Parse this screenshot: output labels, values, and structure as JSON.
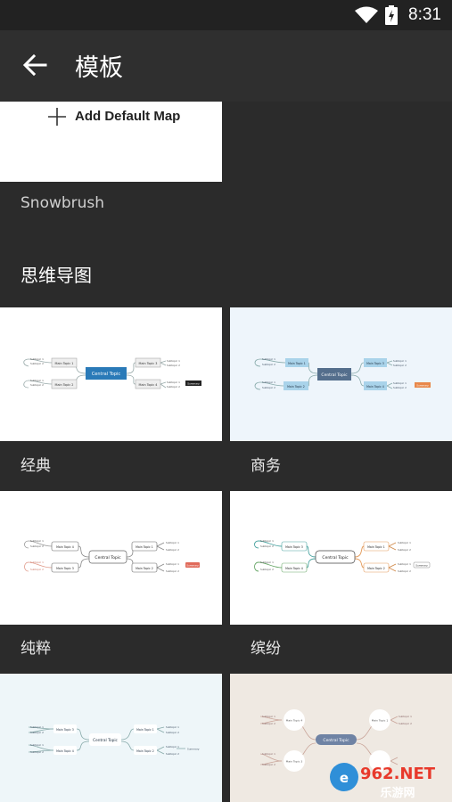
{
  "status_bar": {
    "time": "8:31",
    "wifi_icon": "wifi-icon",
    "battery_icon": "battery-charging-icon"
  },
  "app_bar": {
    "back_icon": "arrow-back-icon",
    "title": "模板"
  },
  "add_default": {
    "icon": "plus-icon",
    "label": "Add Default Map"
  },
  "sections": {
    "snowbrush": "Snowbrush",
    "mindmap": "思维导图"
  },
  "templates": [
    {
      "name": "经典",
      "background": "#ffffff",
      "accent": "#2a7ab8"
    },
    {
      "name": "商务",
      "background": "#eef5fb",
      "accent": "#546e8c"
    },
    {
      "name": "纯粹",
      "background": "#ffffff",
      "accent": "#ffffff"
    },
    {
      "name": "缤纷",
      "background": "#ffffff",
      "accent": "#ffffff"
    },
    {
      "name": "",
      "background": "#eef6f9",
      "accent": "#ffffff"
    },
    {
      "name": "",
      "background": "#efe9e2",
      "accent": "#6f83a4"
    }
  ],
  "thumbnail_text": {
    "central": "Central Topic",
    "main1": "Main Topic 1",
    "main2": "Main Topic 2",
    "main3": "Main Topic 3",
    "main4": "Main Topic 4",
    "subtopic1": "Subtopic 1",
    "subtopic2": "Subtopic 2",
    "summary": "Summary"
  },
  "watermark": {
    "brand": "962.NET",
    "sub": "乐游网"
  }
}
